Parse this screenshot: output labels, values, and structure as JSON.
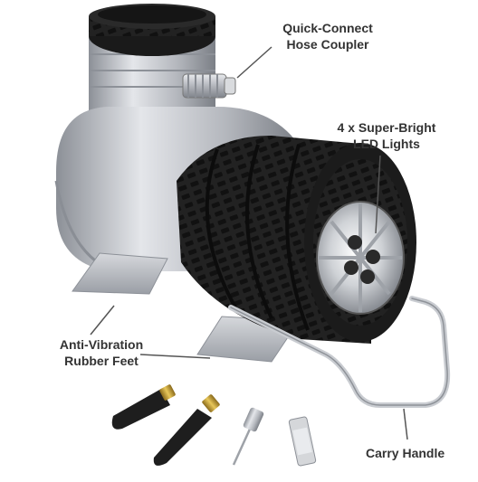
{
  "callouts": {
    "hose_coupler": {
      "line1": "Quick-Connect",
      "line2": "Hose Coupler"
    },
    "led_lights": {
      "line1": "4 x Super-Bright",
      "line2": "LED Lights"
    },
    "rubber_feet": {
      "line1": "Anti-Vibration",
      "line2": "Rubber Feet"
    },
    "carry_handle": {
      "line1": "Carry Handle"
    }
  },
  "icons": [
    "air-compressor-image",
    "inflation-needle-adapters",
    "fuse"
  ],
  "colors": {
    "label": "#333333",
    "body_silver": "#b9bcc1",
    "tire": "#1b1b1b"
  }
}
